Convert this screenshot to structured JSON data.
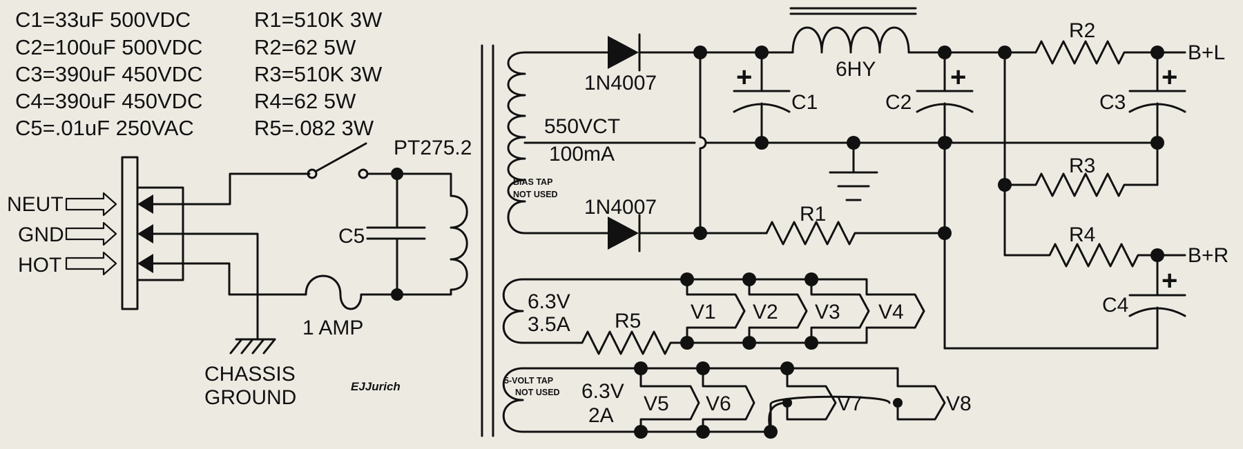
{
  "parts_list": [
    {
      "capacitor": "C1=33uF 500VDC",
      "resistor": "R1=510K 3W"
    },
    {
      "capacitor": "C2=100uF 500VDC",
      "resistor": "R2=62 5W"
    },
    {
      "capacitor": "C3=390uF 450VDC",
      "resistor": "R3=510K 3W"
    },
    {
      "capacitor": "C4=390uF 450VDC",
      "resistor": "R4=62 5W"
    },
    {
      "capacitor": "C5=.01uF 250VAC",
      "resistor": "R5=.082 3W"
    }
  ],
  "input": {
    "neut": "NEUT",
    "gnd": "GND",
    "hot": "HOT"
  },
  "transformer": {
    "name": "PT275.2",
    "secondary_line1": "550VCT",
    "secondary_line2": "100mA"
  },
  "fuse": "1 AMP",
  "chassis": {
    "line1": "CHASSIS",
    "line2": "GROUND"
  },
  "signature": "EJJurich",
  "notes": {
    "bias_line1": "BIAS TAP",
    "bias_line2": "NOT USED",
    "five_volt_line1": "5-VOLT TAP",
    "five_volt_line2": "NOT USED"
  },
  "diode_top": "1N4007",
  "diode_bottom": "1N4007",
  "choke": "6HY",
  "labels": {
    "c1": "C1",
    "c2": "C2",
    "c3": "C3",
    "c4": "C4",
    "c5": "C5",
    "r1": "R1",
    "r2": "R2",
    "r3": "R3",
    "r4": "R4",
    "r5": "R5"
  },
  "outputs": {
    "left": "B+L",
    "right": "B+R"
  },
  "heater1": {
    "voltage": "6.3V",
    "current": "3.5A",
    "tubes": [
      "V1",
      "V2",
      "V3",
      "V4"
    ]
  },
  "heater2": {
    "voltage": "6.3V",
    "current": "2A",
    "tubes": [
      "V5",
      "V6",
      "V7",
      "V8"
    ]
  },
  "plus_sign": "+"
}
